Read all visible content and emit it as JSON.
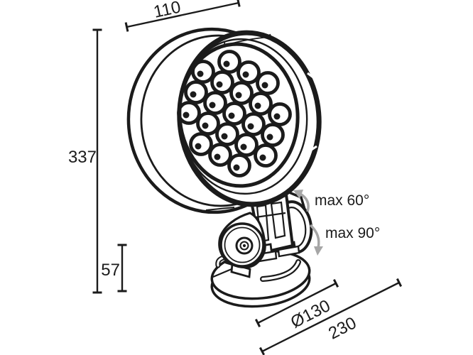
{
  "drawing": {
    "type": "technical dimension drawing",
    "subject": "LED spotlight on adjustable mounting base",
    "led_count": 21
  },
  "dimensions": {
    "head_width": "110",
    "total_height": "337",
    "base_height": "57",
    "base_diameter": "Ø130",
    "total_depth": "230"
  },
  "annotations": {
    "tilt_up": "max 60°",
    "tilt_down": "max 90°"
  },
  "colors": {
    "line": "#1b1b1b",
    "arrow_gray": "#a6a6a6",
    "background": "#ffffff"
  }
}
